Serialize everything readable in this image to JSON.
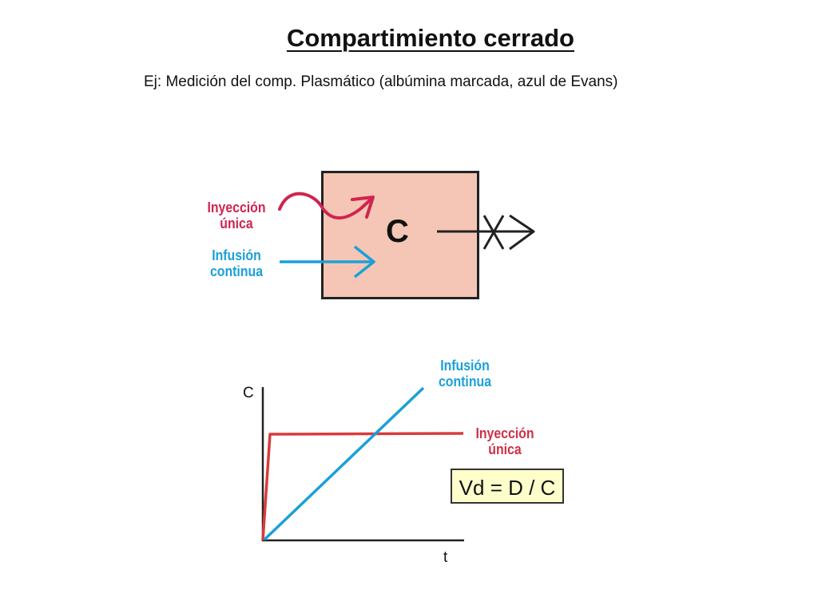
{
  "header": {
    "title": "Compartimiento cerrado",
    "subtitle": "Ej: Medición del comp. Plasmático (albúmina marcada, azul de Evans)"
  },
  "compartment": {
    "letter": "C",
    "fill_color": "#f5c6b5"
  },
  "inputs": {
    "single_injection": {
      "line1": "Inyección",
      "line2": "única",
      "color": "#d0244f"
    },
    "continuous_infusion": {
      "line1": "Infusión",
      "line2": "continua",
      "color": "#1ba0d8"
    }
  },
  "graph": {
    "y_axis_label": "C",
    "x_axis_label": "t",
    "infusion_label": {
      "line1": "Infusión",
      "line2": "continua"
    },
    "injection_label": {
      "line1": "Inyección",
      "line2": "única"
    },
    "formula": "Vd = D / C"
  }
}
